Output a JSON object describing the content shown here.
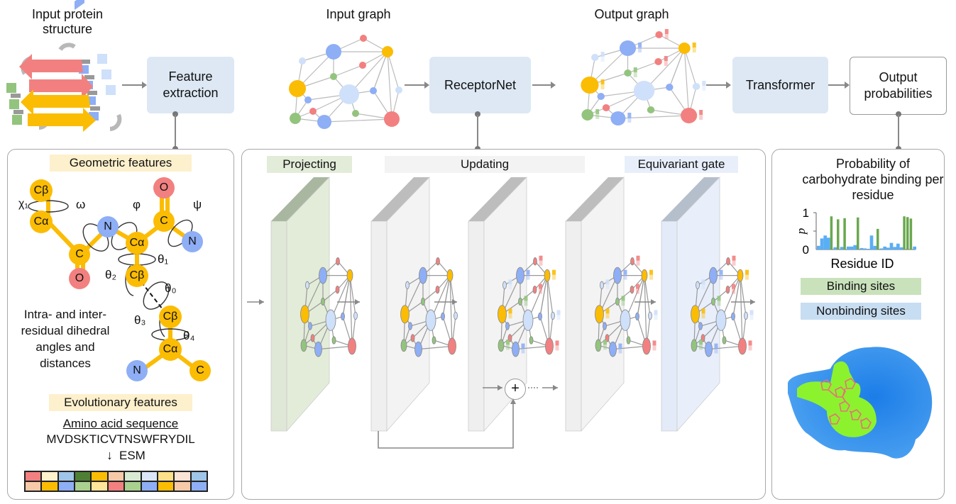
{
  "colors": {
    "yellow": "#fbbc04",
    "red": "#f28080",
    "blue": "#8eaef5",
    "lightblue": "#cfe0fa",
    "green": "#93c47d",
    "box_blue": "#dde8f4",
    "binding_green": "#6aa84f",
    "nonbinding_blue": "#5aaef5"
  },
  "top": {
    "input_structure_label": "Input protein structure",
    "feature_extraction": "Feature extraction",
    "input_graph_label": "Input graph",
    "receptornet": "ReceptorNet",
    "output_graph_label": "Output graph",
    "transformer": "Transformer",
    "output_probabilities": "Output probabilities"
  },
  "left_panel": {
    "geometric_title": "Geometric features",
    "atoms": {
      "cb1": "Cβ",
      "ca1": "Cα",
      "c1": "C",
      "o1": "O",
      "n1": "N",
      "ca2": "Cα",
      "c2": "C",
      "o2": "O",
      "n2": "N",
      "cb2": "Cβ",
      "cb3": "Cβ",
      "ca3": "Cα",
      "n3": "N",
      "c3": "C"
    },
    "angles": {
      "chi1": "χ₁",
      "omega": "ω",
      "phi": "φ",
      "psi": "ψ",
      "theta0": "θ₀",
      "theta1": "θ₁",
      "theta2": "θ₂",
      "theta3": "θ₃",
      "theta4": "θ₄"
    },
    "description": "Intra- and inter-residual dihedral angles and distances",
    "evolutionary_title": "Evolutionary features",
    "aa_heading": "Amino acid sequence",
    "sequence": "MVDSKTICVTNSWFRYDIL",
    "esm_label": "ESM",
    "embedding_rows": [
      [
        "#f28080",
        "#fff2cc",
        "#9fc5e8",
        "#4f7f35",
        "#fbbc04",
        "#f6c9a8",
        "#d9ead3",
        "#dbe7f8",
        "#ffe08a",
        "#fbe3d6",
        "#9fc5e8"
      ],
      [
        "#f6c9a8",
        "#fbbc04",
        "#8eaef5",
        "#a9d08e",
        "#ffe599",
        "#f28080",
        "#a9d08e",
        "#8eaef5",
        "#fbbc04",
        "#f6c9a8",
        "#8eaef5"
      ]
    ]
  },
  "middle_panel": {
    "projecting": "Projecting",
    "updating": "Updating",
    "equivariant_gate": "Equivariant gate",
    "plus_symbol": "+"
  },
  "right_panel": {
    "title": "Probability of carbohydrate binding per residue",
    "binding_label": "Binding sites",
    "nonbinding_label": "Nonbinding sites"
  },
  "chart_data": {
    "type": "bar",
    "title": "Probability of carbohydrate binding per residue",
    "xlabel": "Residue ID",
    "ylabel": "p",
    "ylim": [
      0,
      1
    ],
    "yticks": [
      "0",
      "1"
    ],
    "legend": [
      "Binding sites",
      "Nonbinding sites"
    ],
    "values": [
      0.1,
      0.3,
      0.38,
      0.32,
      0.9,
      0.06,
      0.82,
      0.07,
      0.85,
      0.08,
      0.08,
      0.12,
      0.87,
      0.04,
      0.03,
      0.02,
      0.38,
      0.1,
      0.56,
      0.03,
      0.08,
      0.05,
      0.18,
      0.07,
      0.16,
      0.06,
      0.9,
      0.88,
      0.84,
      0.08
    ],
    "binding": [
      false,
      false,
      false,
      false,
      true,
      false,
      true,
      false,
      true,
      false,
      false,
      false,
      true,
      false,
      false,
      false,
      false,
      false,
      true,
      false,
      false,
      false,
      false,
      false,
      false,
      false,
      true,
      true,
      true,
      false
    ]
  }
}
